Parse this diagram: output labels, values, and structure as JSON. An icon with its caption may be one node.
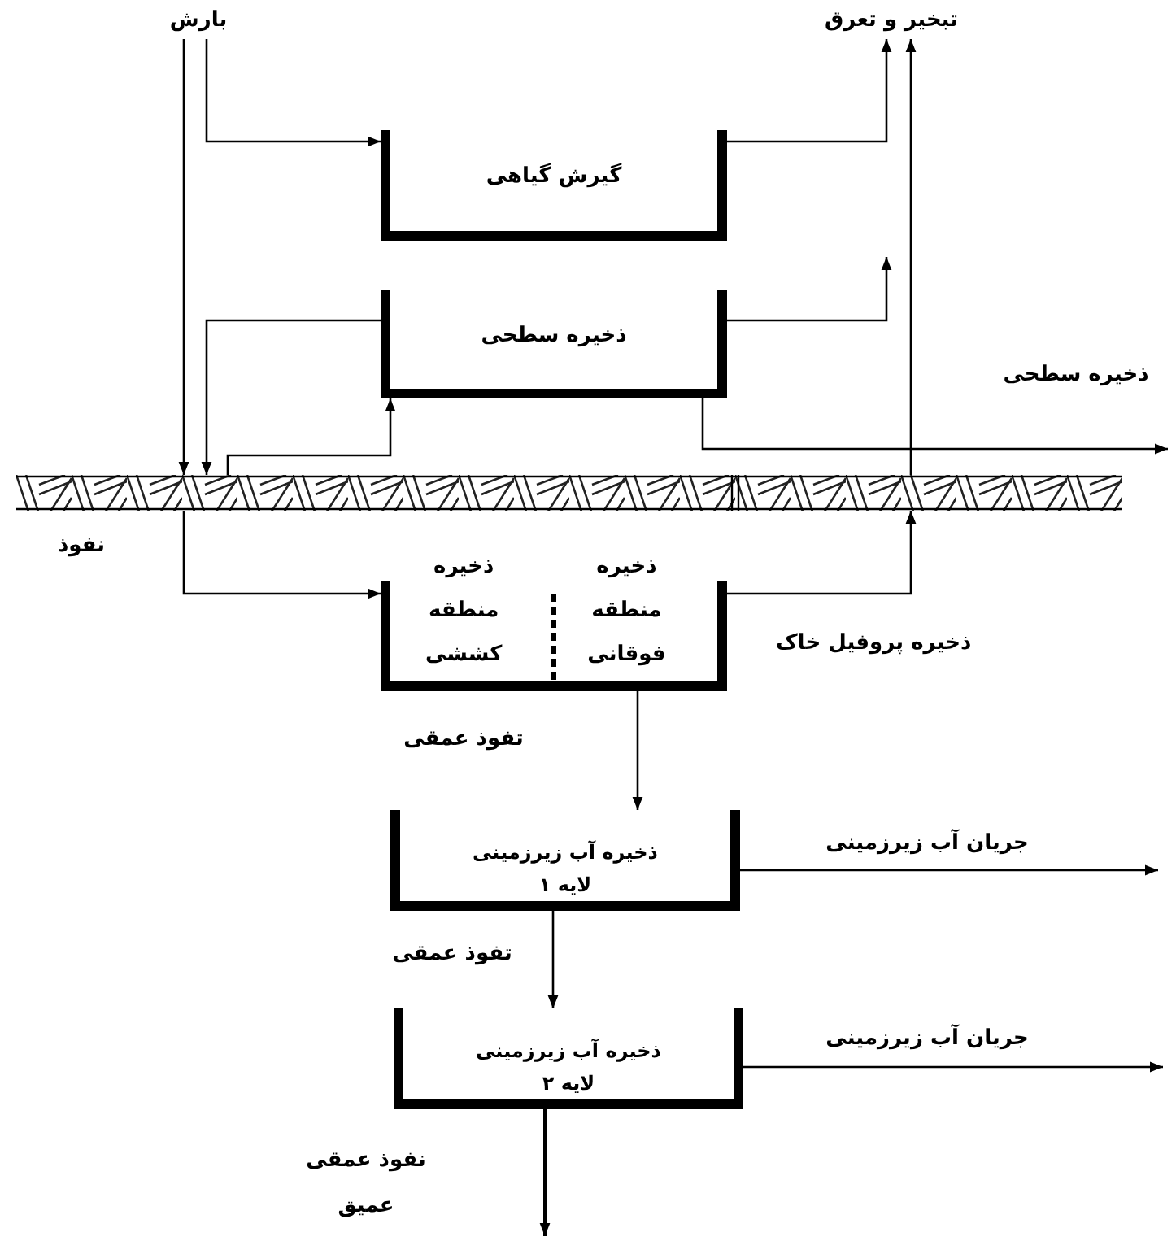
{
  "diagram": {
    "nodes": [
      {
        "text": [
          "بارش"
        ]
      },
      {
        "text": [
          "تبخیر و تعرق"
        ]
      },
      {
        "text": [
          "گیرش گیاهی"
        ]
      },
      {
        "text": [
          "ذخیره سطحی"
        ]
      },
      {
        "text": [],
        "shape": "bar"
      },
      {
        "text": [
          "ذخیره منطقه فوقانی",
          "ذخیره منطقه کششی"
        ],
        "beside": [
          "ذخیره پروفیل خاک"
        ]
      },
      {
        "text": [
          "ذخیره آب زیرزمینی لایه ۱"
        ]
      },
      {
        "text": [
          "ذخیره آب زیرزمینی لایه ۲"
        ]
      }
    ],
    "edges": [
      {
        "from": 0,
        "to": 2,
        "arrow": "to"
      },
      {
        "from": 0,
        "to": 4,
        "arrow": "to"
      },
      {
        "from": 3,
        "to": 4,
        "arrow": "to"
      },
      {
        "from": 4,
        "to": 3,
        "arrow": "to"
      },
      {
        "from": 2,
        "to": 1,
        "arrow": "to"
      },
      {
        "from": 3,
        "to": null,
        "arrow": "to"
      },
      {
        "from": 3,
        "to": null,
        "arrow": "to",
        "label": "ذخیره سطحی"
      },
      {
        "from": 4,
        "to": 1,
        "arrow": "to"
      },
      {
        "from": 4,
        "to": 5,
        "arrow": "to"
      },
      {
        "from": 5,
        "to": 4,
        "arrow": "to"
      },
      {
        "from": 5,
        "to": 6,
        "arrow": "to"
      },
      {
        "from": 6,
        "to": null,
        "arrow": "to",
        "label": "جریان آب زیرزمینی"
      },
      {
        "from": 6,
        "to": 7,
        "arrow": "to"
      },
      {
        "from": 7,
        "to": null,
        "arrow": "to",
        "label": "جریان آب زیرزمینی"
      },
      {
        "from": 7,
        "to": null,
        "arrow": "to"
      }
    ],
    "labels": [
      "نفوذ",
      "تفوذ عمقی",
      "تفوذ عمقی",
      "نفوذ عمقی عمیق"
    ]
  }
}
